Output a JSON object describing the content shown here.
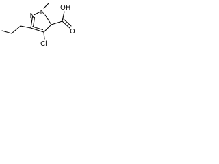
{
  "molecule": {
    "atoms": {
      "n1": "N",
      "n2": "N",
      "methyl": "",
      "oh": "OH",
      "o_carbonyl": "O",
      "cl": "Cl"
    },
    "bond_color": "#000000",
    "label_color": "#000000"
  }
}
